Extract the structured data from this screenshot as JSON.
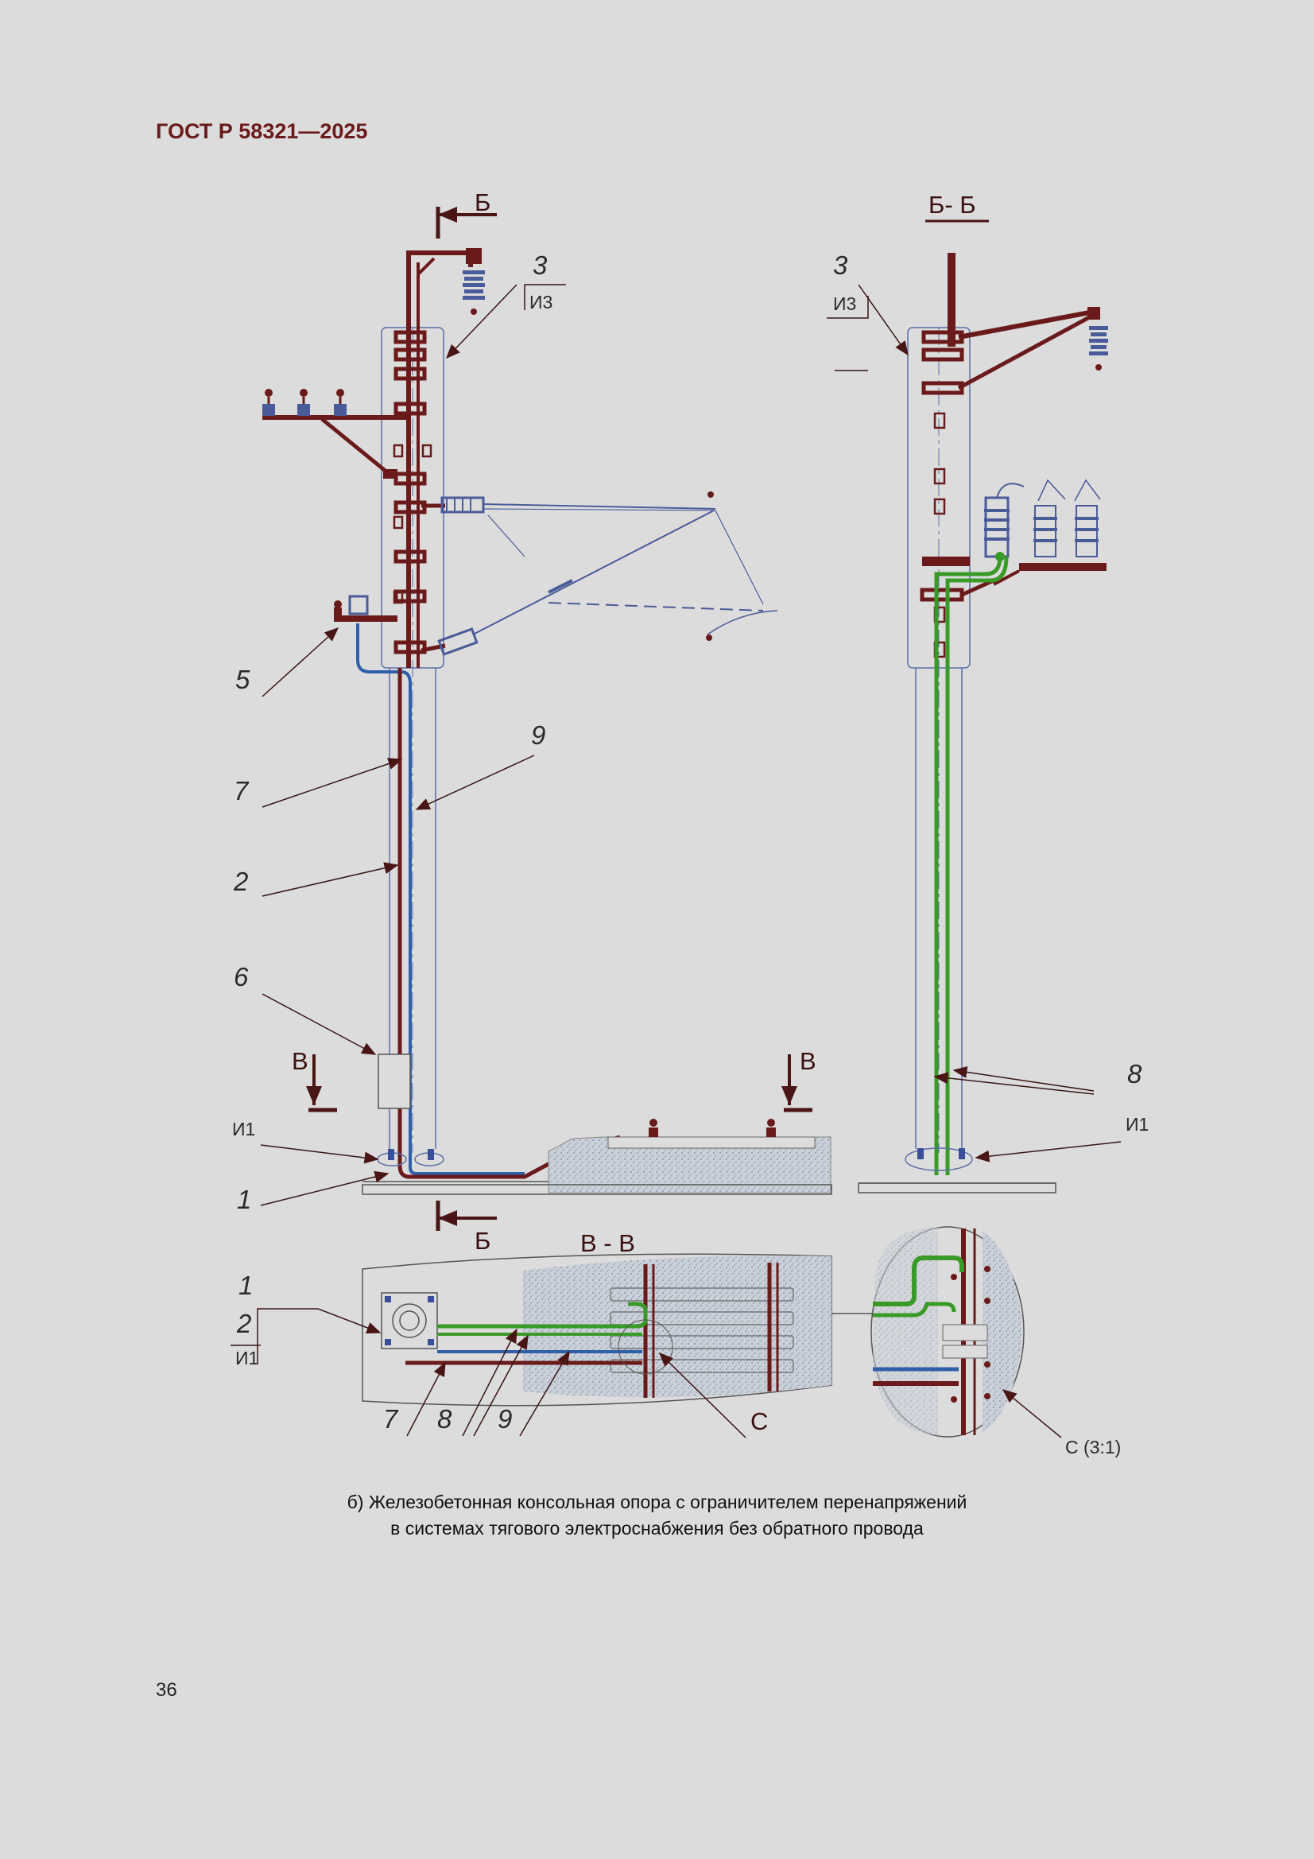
{
  "document": {
    "header": "ГОСТ Р 58321—2025",
    "page_number": "36",
    "caption_line1": "б) Железобетонная консольная опора с ограничителем перенапряжений",
    "caption_line2": "в системах тягового электроснабжения без обратного провода"
  },
  "labels": {
    "l1": "1",
    "l2": "2",
    "l3": "3",
    "l5": "5",
    "l6": "6",
    "l7": "7",
    "l8": "8",
    "l9": "9",
    "i1": "И1",
    "i3": "И3"
  },
  "sections": {
    "b": "Б",
    "bb": "Б- Б",
    "v": "В",
    "vv": "В - В",
    "c": "С",
    "c_scale": "С (3:1)"
  },
  "colors": {
    "steel": "#6a1a1a",
    "blue_wire": "#2f5fa8",
    "green_wire": "#3a9a28",
    "thin_line": "#5a6fa6",
    "ballast": "#c4ccd6"
  }
}
